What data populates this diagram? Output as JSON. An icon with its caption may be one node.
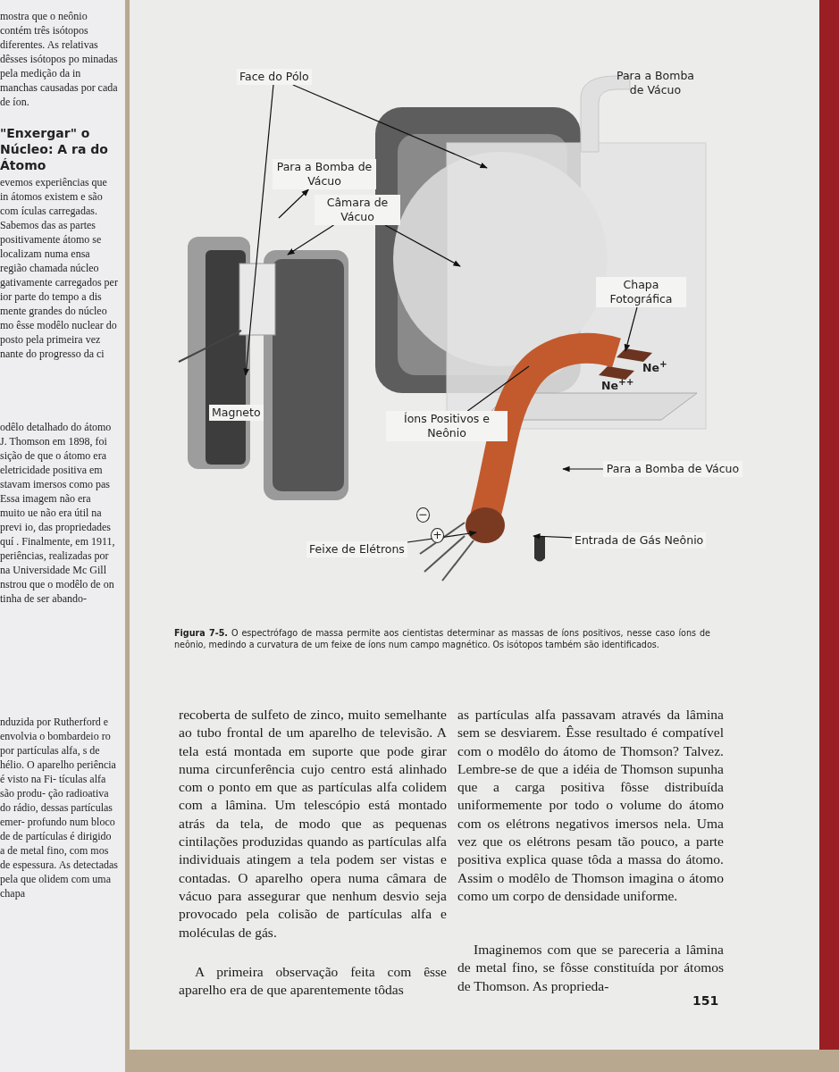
{
  "diagram": {
    "caption": "**Figura 7-5.** O espectrófago de massa permite aos cientistas determinar as massas de íons positivos, nesse caso íons de neônio, medindo a curvatura de um feixe de íons num campo magnético. Os isótopos também são identificados.",
    "nodes": [
      {
        "text": [
          "Face do Pólo"
        ]
      },
      {
        "text": [
          "Para a Bomba de Vácuo"
        ]
      },
      {
        "text": [
          "Câmara de Vácuo"
        ]
      },
      {
        "text": [
          "Chapa Fotográfica"
        ]
      },
      {
        "text": [
          "Íons Positivos e Neônio"
        ]
      },
      {
        "text": [
          "Para a Bomba de Vácuo"
        ]
      },
      {
        "text": [
          "Entrada de Gás Neônio"
        ]
      },
      {
        "text": [
          "Feixe de Elétrons"
        ]
      }
    ],
    "edges": [
      {
        "from": 0,
        "to": null,
        "arrow": "to"
      },
      {
        "from": 0,
        "to": null,
        "arrow": "to"
      },
      {
        "from": null,
        "to": 1,
        "arrow": "to"
      },
      {
        "from": 2,
        "to": null,
        "arrow": "to"
      },
      {
        "from": 2,
        "to": null,
        "arrow": "to"
      },
      {
        "from": 3,
        "to": null,
        "arrow": "to"
      },
      {
        "from": 4,
        "to": null,
        "arrow": "none"
      },
      {
        "from": 5,
        "to": null,
        "arrow": "to"
      },
      {
        "from": 6,
        "to": null,
        "arrow": "to"
      },
      {
        "from": 7,
        "to": null,
        "arrow": "to"
      }
    ],
    "labels": [
      "mostra que o neônio contém três isótopos diferentes. As relativas dêsses isótopos po minadas pela medição da in manchas causadas por cada de íon.",
      "\"Enxergar\" o Núcleo: A ra do Átomo",
      "evemos experiências que in átomos existem e são com ículas carregadas. Sabemos das as partes positivamente átomo se localizam numa ensa região chamada núcleo gativamente carregados per ior parte do tempo a dis mente grandes do núcleo mo êsse modêlo nuclear do posto pela primeira vez nante do progresso da ci",
      "odêlo detalhado do átomo J. Thomson em 1898, foi sição de que o átomo era eletricidade positiva em stavam imersos como pas Essa imagem não era muito ue não era útil na previ io, das propriedades quí . Finalmente, em 1911, periências, realizadas por na Universidade Mc Gill nstrou que o modêlo de on tinha de ser abando-",
      "nduzida por Rutherford e envolvia o bombardeio ro por partículas alfa, s de hélio. O aparelho periência é visto na Fi- tículas alfa são produ- ção radioativa do rádio, dessas partículas emer- profundo num bloco de de partículas é dirigido a de metal fino, com mos de espessura. As detectadas pela que olidem com uma chapa",
      "Para a Bomba de Vácuo",
      "Magneto",
      "Ne$^{+}$",
      "Ne$^{++}$",
      "−",
      "+",
      "recoberta de sulfeto de zinco, muito semelhante ao tubo frontal de um aparelho de televisão. A tela está montada em suporte que pode girar numa circunferência cujo centro está alinhado com o ponto em que as partículas alfa colidem com a lâmina. Um telescópio está montado atrás da tela, de modo que as pequenas cintilações produzidas quando as partículas alfa individuais atingem a tela podem ser vistas e contadas. O aparelho opera numa câmara de vácuo para assegurar que nenhum desvio seja provocado pela colisão de partículas alfa e moléculas de gás.",
      "A primeira observação feita com êsse aparelho era de que aparentemente tôdas",
      "as partículas alfa passavam através da lâmina sem se desviarem. Êsse resultado é compatível com o modêlo do átomo de Thomson? Talvez. Lembre-se de que a idéia de Thomson supunha que a carga positiva fôsse distribuída uniformemente por todo o volume do átomo com os elétrons negativos imersos nela. Uma vez que os elétrons pesam tão pouco, a parte positiva explica quase tôda a massa do átomo. Assim o modêlo de Thomson imagina o átomo como um corpo de densidade uniforme.",
      "Imaginemos com que se pareceria a lâmina de metal fino, se fôsse constituída por átomos de Thomson. As proprieda-",
      "151"
    ]
  }
}
